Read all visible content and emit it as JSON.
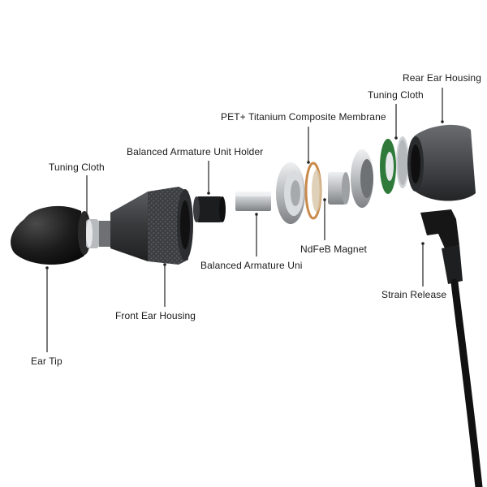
{
  "labels": {
    "rear_ear_housing": "Rear Ear Housing",
    "tuning_cloth_rear": "Tuning Cloth",
    "membrane": "PET+ Titanium Composite Membrane",
    "ba_unit_holder": "Balanced Armature Unit Holder",
    "tuning_cloth_front": "Tuning Cloth",
    "ndfeb_magnet": "NdFeB Magnet",
    "ba_unit": "Balanced Armature Uni",
    "strain_release": "Strain Release",
    "front_ear_housing": "Front Ear Housing",
    "ear_tip": "Ear Tip"
  },
  "colors": {
    "background": "#ffffff",
    "label_text": "#1a1a1a",
    "leader_line": "#222222",
    "ear_tip": "#1c1c1c",
    "metal_dark": "#3a3a3c",
    "metal_light": "#cfd2d4",
    "copper_coil": "#c98a4a",
    "green_gasket": "#2f7a3a",
    "cable": "#111111"
  }
}
